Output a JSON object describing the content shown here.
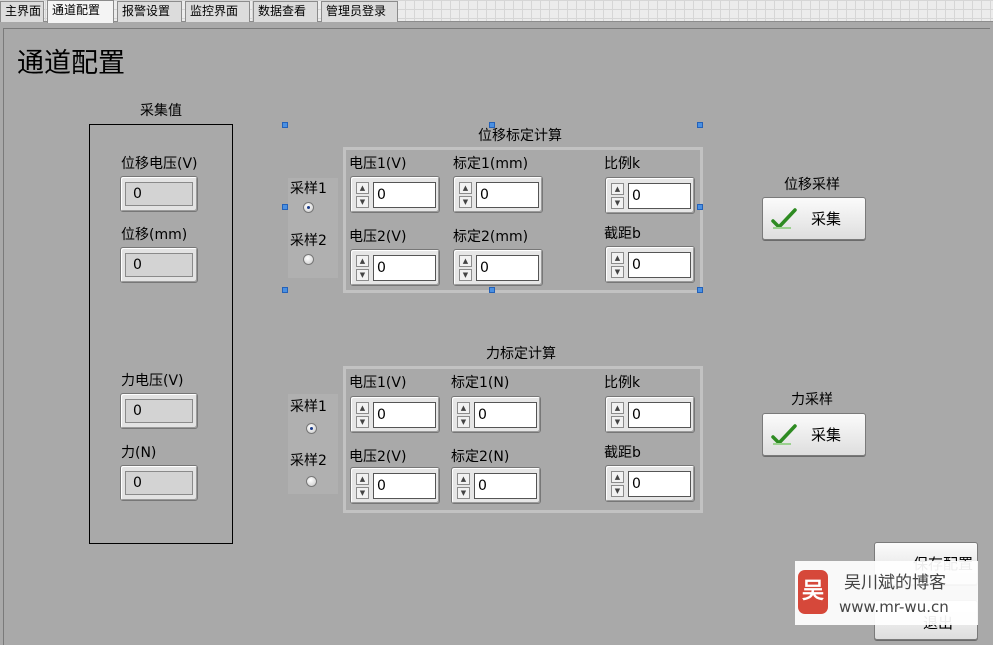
{
  "tabs": [
    "主界面",
    "通道配置",
    "报警设置",
    "监控界面",
    "数据查看",
    "管理员登录"
  ],
  "page_title": "通道配置",
  "collect": {
    "title": "采集值",
    "disp_voltage_label": "位移电压(V)",
    "disp_voltage_value": "0",
    "disp_label": "位移(mm)",
    "disp_value": "0",
    "force_voltage_label": "力电压(V)",
    "force_voltage_value": "0",
    "force_label": "力(N)",
    "force_value": "0"
  },
  "displacement_calc": {
    "title": "位移标定计算",
    "sample1": "采样1",
    "sample2": "采样2",
    "voltage1_label": "电压1(V)",
    "voltage1": "0",
    "calib1_label": "标定1(mm)",
    "calib1": "0",
    "slope_label": "比例k",
    "slope": "0",
    "voltage2_label": "电压2(V)",
    "voltage2": "0",
    "calib2_label": "标定2(mm)",
    "calib2": "0",
    "intercept_label": "截距b",
    "intercept": "0",
    "selected_sample": "采样1"
  },
  "force_calc": {
    "title": "力标定计算",
    "sample1": "采样1",
    "sample2": "采样2",
    "voltage1_label": "电压1(V)",
    "voltage1": "0",
    "calib1_label": "标定1(N)",
    "calib1": "0",
    "slope_label": "比例k",
    "slope": "0",
    "voltage2_label": "电压2(V)",
    "voltage2": "0",
    "calib2_label": "标定2(N)",
    "calib2": "0",
    "intercept_label": "截距b",
    "intercept": "0",
    "selected_sample": "采样1"
  },
  "disp_sampling": {
    "title": "位移采样",
    "button": "采集"
  },
  "force_sampling": {
    "title": "力采样",
    "button": "采集"
  },
  "save_button": "保存配置",
  "exit_button": "退出",
  "watermark": {
    "name": "吴川斌的博客",
    "url": "www.mr-wu.cn",
    "logo": "吴"
  },
  "colors": {
    "background": "#a9a9a9",
    "accent_check": "#2e8b22",
    "selection_handle": "#4a90e2"
  },
  "icons": [
    "checkmark-icon",
    "spin-up-icon",
    "spin-down-icon",
    "radio-icon"
  ]
}
